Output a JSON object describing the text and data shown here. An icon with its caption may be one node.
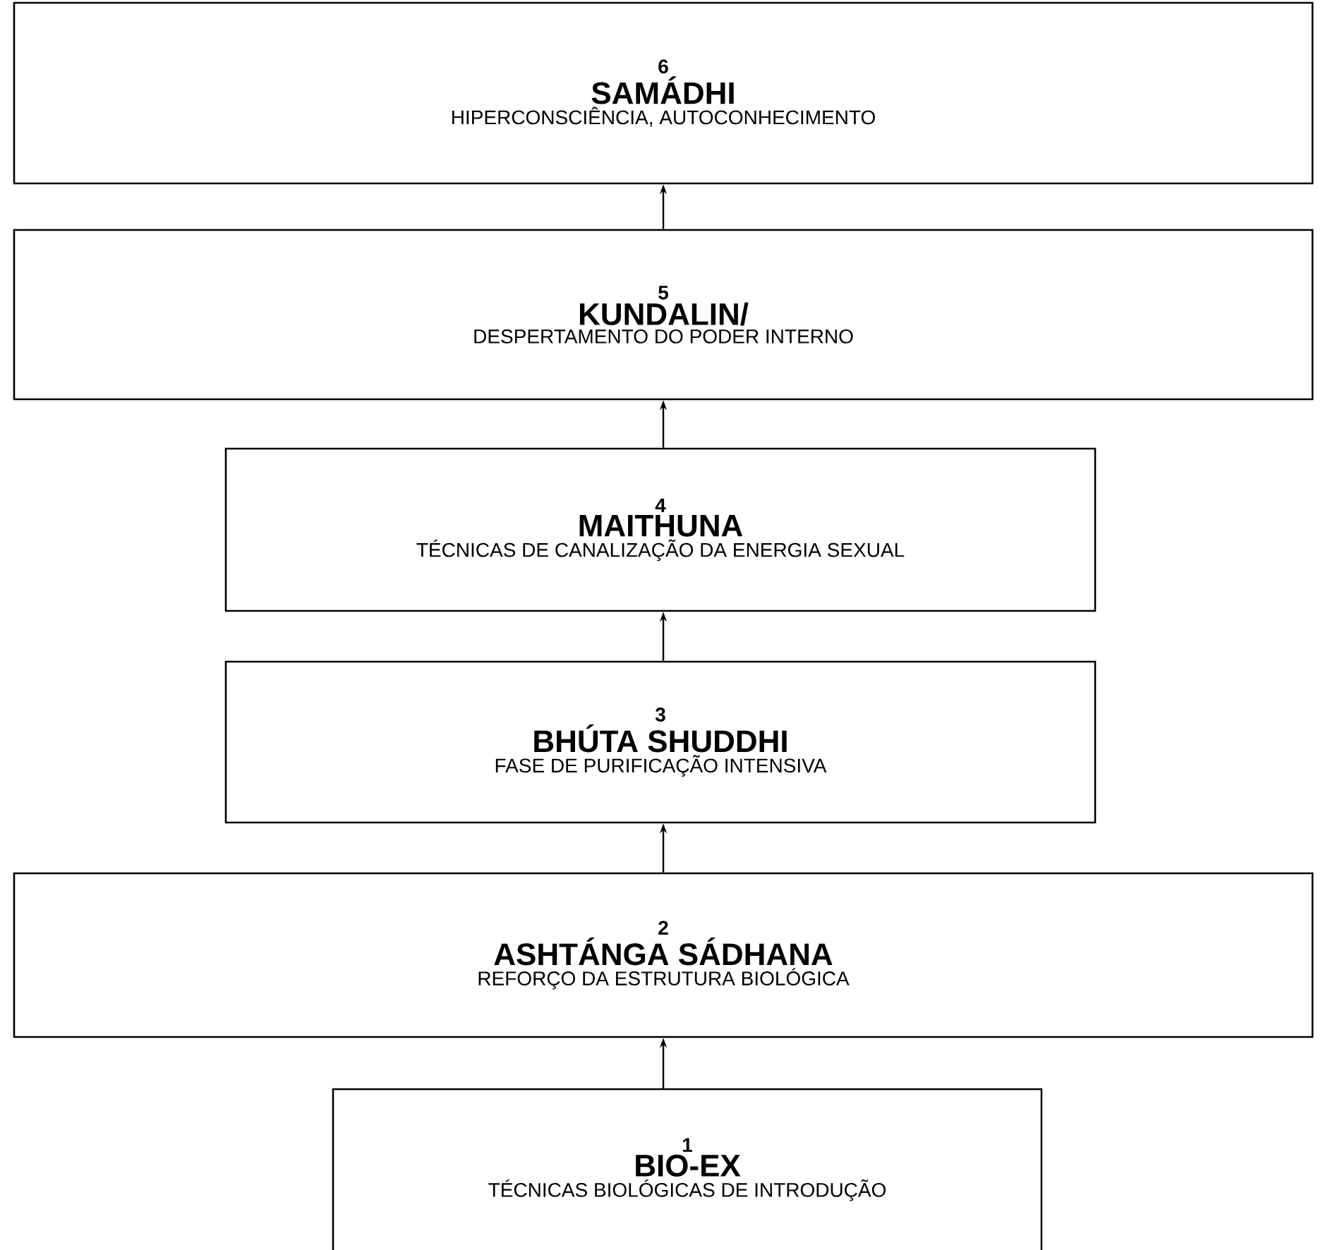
{
  "diagram": {
    "nodes": [
      {
        "text": [
          "6",
          "SAMÁDHI",
          "HIPERCONSCIÊNCIA, AUTOCONHECIMENTO"
        ]
      },
      {
        "text": [
          "5",
          "KUNDALIN/",
          "DESPERTAMENTO DO PODER INTERNO"
        ]
      },
      {
        "text": [
          "4",
          "MAITHUNA",
          "TÉCNICAS DE CANALIZAÇÃO DA ENERGIA SEXUAL"
        ]
      },
      {
        "text": [
          "3",
          "BHÚTA SHUDDHI",
          "FASE DE PURIFICAÇÃO INTENSIVA"
        ]
      },
      {
        "text": [
          "2",
          "ASHTÁNGA SÁDHANA",
          "REFORÇO DA ESTRUTURA BIOLÓGICA"
        ]
      },
      {
        "text": [
          "1",
          "BIO-EX",
          "TÉCNICAS BIOLÓGICAS DE INTRODUÇÃO"
        ]
      }
    ],
    "edges": [
      {
        "from": 5,
        "to": 4,
        "arrow": "to"
      },
      {
        "from": 4,
        "to": 3,
        "arrow": "to"
      },
      {
        "from": 3,
        "to": 2,
        "arrow": "to"
      },
      {
        "from": 2,
        "to": 1,
        "arrow": "to"
      },
      {
        "from": 1,
        "to": 0,
        "arrow": "to"
      }
    ]
  }
}
